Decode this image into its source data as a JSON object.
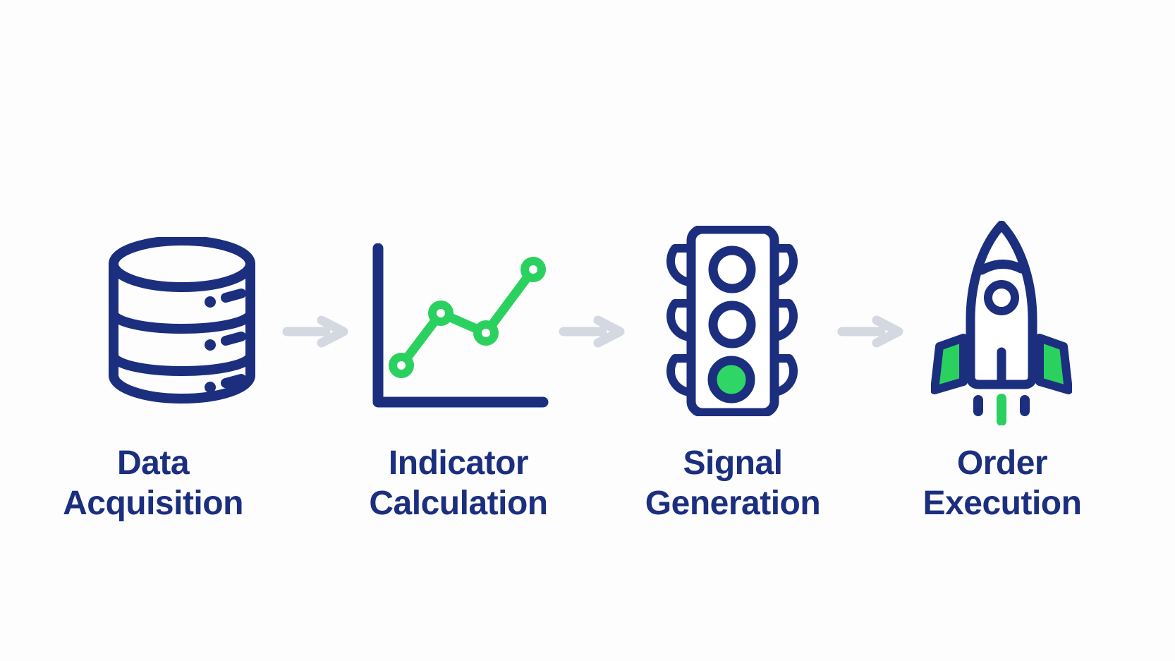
{
  "diagram_title": "",
  "colors": {
    "navy": "#1b2f7e",
    "green": "#2bd15f",
    "green-bright": "#30d665",
    "arrow": "#d3d8e1",
    "bg": "#fdfdfe"
  },
  "steps": [
    {
      "id": "data-acquisition",
      "icon": "database-icon",
      "label_line1": "Data",
      "label_line2": "Acquisition"
    },
    {
      "id": "indicator-calculation",
      "icon": "line-chart-icon",
      "label_line1": "Indicator",
      "label_line2": "Calculation"
    },
    {
      "id": "signal-generation",
      "icon": "traffic-light-icon",
      "label_line1": "Signal",
      "label_line2": "Generation"
    },
    {
      "id": "order-execution",
      "icon": "rocket-icon",
      "label_line1": "Order",
      "label_line2": "Execution"
    }
  ],
  "connectors": [
    {
      "from": "data-acquisition",
      "to": "indicator-calculation",
      "icon": "right-arrow-icon"
    },
    {
      "from": "indicator-calculation",
      "to": "signal-generation",
      "icon": "right-arrow-icon"
    },
    {
      "from": "signal-generation",
      "to": "order-execution",
      "icon": "right-arrow-icon"
    }
  ],
  "chart_icon_detail": {
    "type": "line",
    "points_trend": [
      "low",
      "up",
      "slight-dip",
      "high"
    ],
    "marker_count": 4
  },
  "traffic_light_detail": {
    "lights": [
      "off",
      "off",
      "green-on"
    ]
  }
}
